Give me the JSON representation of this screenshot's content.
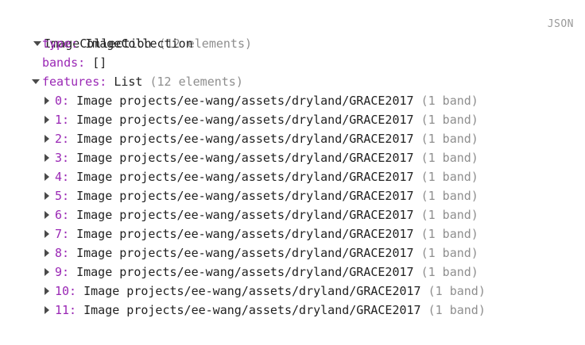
{
  "console": {
    "format_label": "JSON",
    "root": {
      "expanded": true,
      "label": "ImageCollection",
      "meta": "(12 elements)"
    },
    "properties": [
      {
        "key": "type:",
        "value": "ImageCollection",
        "meta": "",
        "expandable": false
      },
      {
        "key": "bands:",
        "value": "[]",
        "meta": "",
        "expandable": false
      },
      {
        "key": "features:",
        "value": "List",
        "meta": "(12 elements)",
        "expandable": true,
        "expanded": true
      }
    ],
    "features": [
      {
        "index": "0:",
        "value": "Image projects/ee-wang/assets/dryland/GRACE2017",
        "meta": "(1 band)"
      },
      {
        "index": "1:",
        "value": "Image projects/ee-wang/assets/dryland/GRACE2017",
        "meta": "(1 band)"
      },
      {
        "index": "2:",
        "value": "Image projects/ee-wang/assets/dryland/GRACE2017",
        "meta": "(1 band)"
      },
      {
        "index": "3:",
        "value": "Image projects/ee-wang/assets/dryland/GRACE2017",
        "meta": "(1 band)"
      },
      {
        "index": "4:",
        "value": "Image projects/ee-wang/assets/dryland/GRACE2017",
        "meta": "(1 band)"
      },
      {
        "index": "5:",
        "value": "Image projects/ee-wang/assets/dryland/GRACE2017",
        "meta": "(1 band)"
      },
      {
        "index": "6:",
        "value": "Image projects/ee-wang/assets/dryland/GRACE2017",
        "meta": "(1 band)"
      },
      {
        "index": "7:",
        "value": "Image projects/ee-wang/assets/dryland/GRACE2017",
        "meta": "(1 band)"
      },
      {
        "index": "8:",
        "value": "Image projects/ee-wang/assets/dryland/GRACE2017",
        "meta": "(1 band)"
      },
      {
        "index": "9:",
        "value": "Image projects/ee-wang/assets/dryland/GRACE2017",
        "meta": "(1 band)"
      },
      {
        "index": "10:",
        "value": "Image projects/ee-wang/assets/dryland/GRACE2017",
        "meta": "(1 band)"
      },
      {
        "index": "11:",
        "value": "Image projects/ee-wang/assets/dryland/GRACE2017",
        "meta": "(1 band)"
      }
    ]
  },
  "colors": {
    "key": "#9a28b5",
    "value": "#222222",
    "meta": "#8e8e8e",
    "badge": "#9a9a9a",
    "background": "#ffffff"
  }
}
